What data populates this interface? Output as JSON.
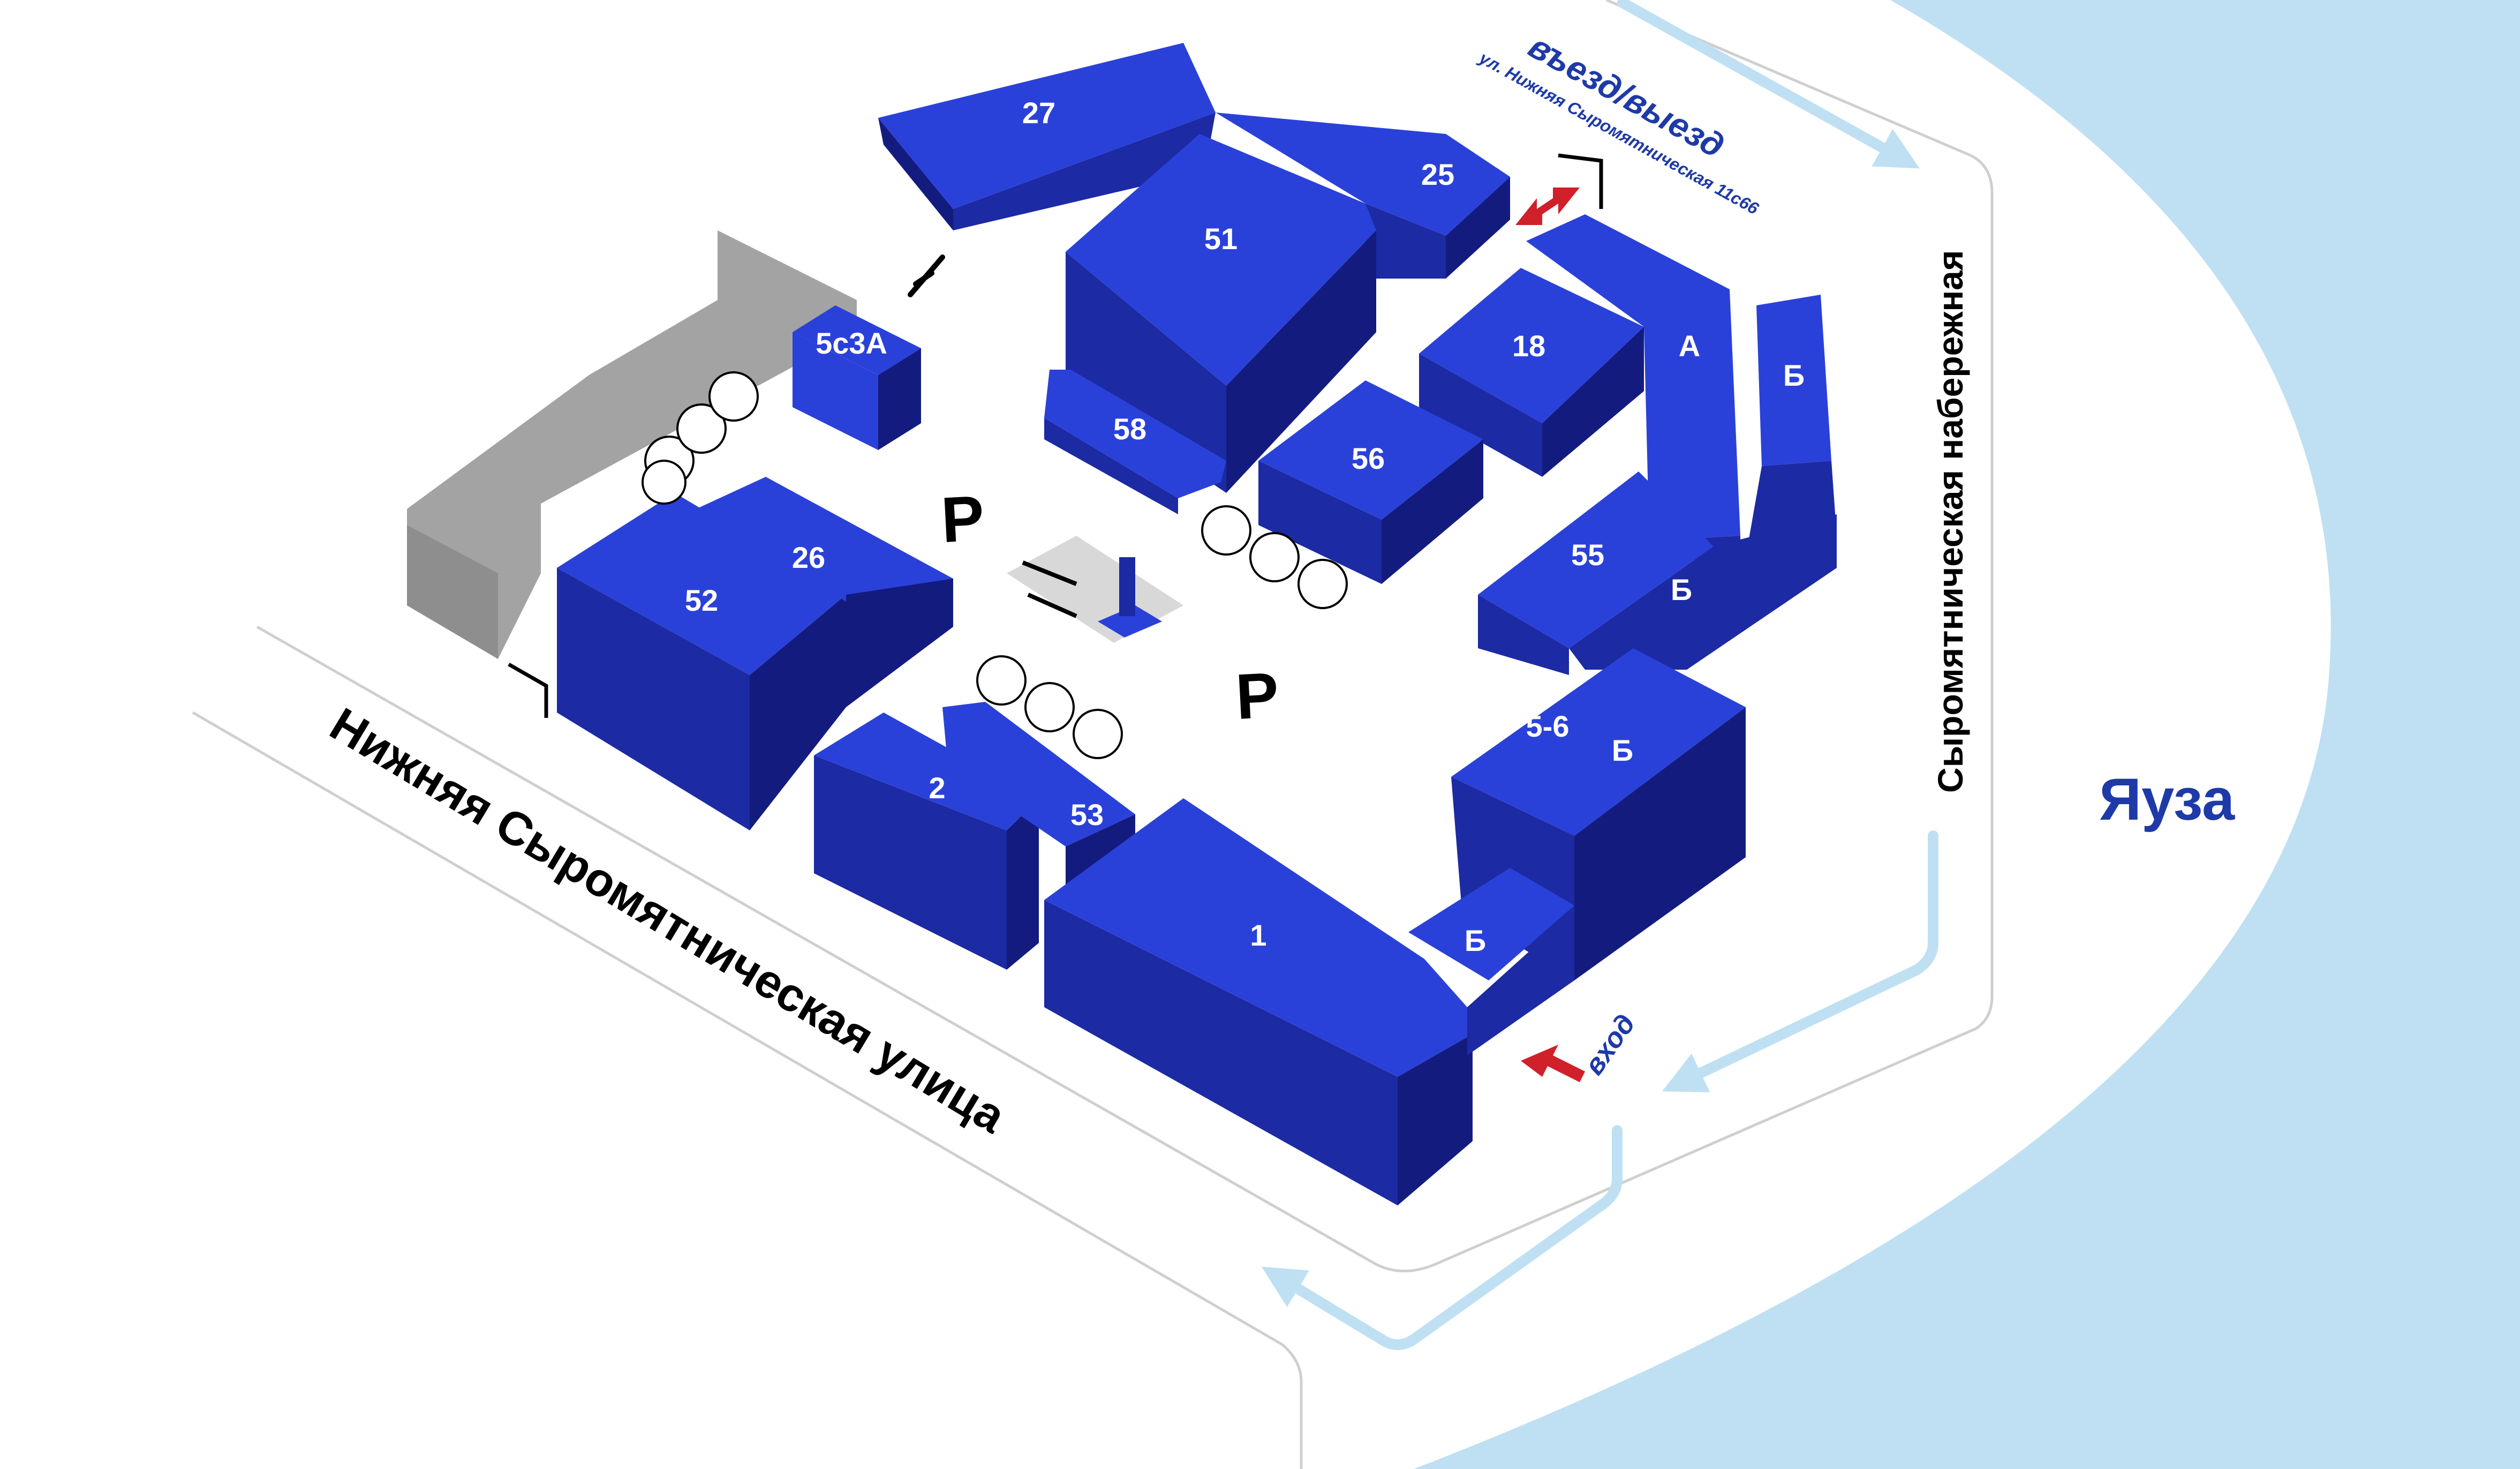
{
  "map": {
    "buildings": [
      {
        "id": "27",
        "label": "27"
      },
      {
        "id": "25",
        "label": "25"
      },
      {
        "id": "51",
        "label": "51"
      },
      {
        "id": "5s3a",
        "label": "5с3А"
      },
      {
        "id": "18",
        "label": "18"
      },
      {
        "id": "a",
        "label": "А"
      },
      {
        "id": "b-east",
        "label": "Б"
      },
      {
        "id": "58",
        "label": "58"
      },
      {
        "id": "56",
        "label": "56"
      },
      {
        "id": "55",
        "label": "55"
      },
      {
        "id": "b-55",
        "label": "Б"
      },
      {
        "id": "26",
        "label": "26"
      },
      {
        "id": "52",
        "label": "52"
      },
      {
        "id": "5-6",
        "label": "5-6"
      },
      {
        "id": "b-56",
        "label": "Б"
      },
      {
        "id": "2",
        "label": "2"
      },
      {
        "id": "53",
        "label": "53"
      },
      {
        "id": "1",
        "label": "1"
      },
      {
        "id": "b-1",
        "label": "Б"
      }
    ],
    "parking_label": "P",
    "streets": {
      "main": "Нижняя Сыромятническая улица",
      "embankment": "Сыромятническая набережная"
    },
    "river": "Яуза",
    "entry_exit": {
      "title": "въезд/выезд",
      "address": "ул. Нижняя Сыромятническая 11с66"
    },
    "entrance": "вход",
    "colors": {
      "building_top": "#2a41d9",
      "building_side": "#1c2aa3",
      "building_dark": "#131c7e",
      "neighbor_gray": "#a3a3a3",
      "river": "#bfe0f3",
      "river_label": "#1e3aa8",
      "arrow_red": "#d0202a",
      "flow_blue": "#bfe0f3"
    }
  }
}
